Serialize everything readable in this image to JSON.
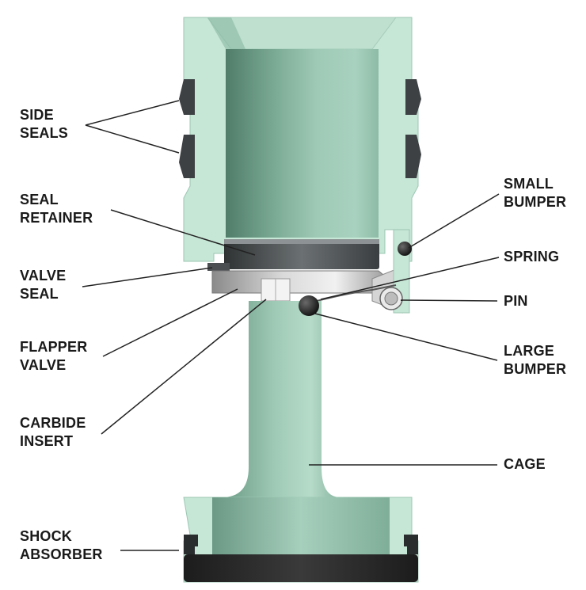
{
  "labels": {
    "side_seals": [
      "SIDE",
      "SEALS"
    ],
    "seal_retainer": [
      "SEAL",
      "RETAINER"
    ],
    "valve_seal": [
      "VALVE",
      "SEAL"
    ],
    "flapper_valve": [
      "FLAPPER",
      "VALVE"
    ],
    "carbide_insert": [
      "CARBIDE",
      "INSERT"
    ],
    "shock_absorber": [
      "SHOCK",
      "ABSORBER"
    ],
    "small_bumper": [
      "SMALL",
      "BUMPER"
    ],
    "spring": "SPRING",
    "pin": "PIN",
    "large_bumper": [
      "LARGE",
      "BUMPER"
    ],
    "cage": "CAGE"
  },
  "colors": {
    "body": "#c6e6d6",
    "body_edge": "#9cc7b3",
    "bore_dark": "#5c8a76",
    "bore_mid": "#a7d0bd",
    "seal": "#3d4143",
    "metal_light": "#e6e6e6",
    "metal_dark": "#6f6f6f",
    "leader": "#222222"
  }
}
